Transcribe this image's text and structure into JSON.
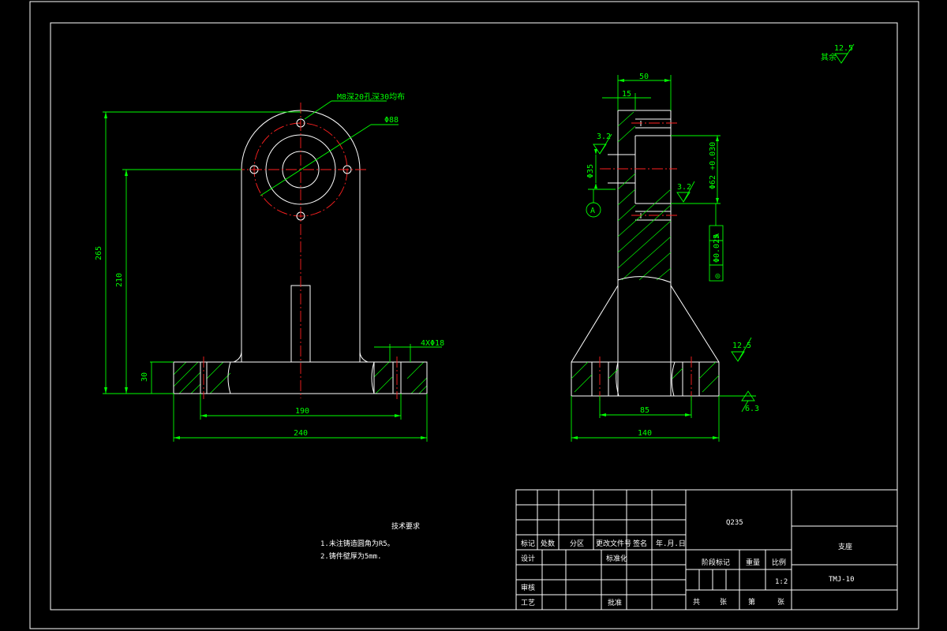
{
  "drawing": {
    "roughness_note": {
      "prefix": "其余",
      "value": "12.5"
    },
    "front_view": {
      "dims": {
        "height_total": "265",
        "height_center": "210",
        "base_thickness": "30",
        "hole_spacing": "190",
        "base_width": "240"
      },
      "thread_note": "M8深20孔深30均布",
      "pcd": "Φ88",
      "holes_note": "4XΦ18"
    },
    "side_view": {
      "dims": {
        "top_width": "50",
        "top_offset": "15",
        "bore": "Φ35",
        "counterbore": "Φ62 +0.030",
        "base_hole_spacing": "85",
        "base_width": "140"
      },
      "roughness": {
        "r1": "3.2",
        "r2": "3.2",
        "r3": "12.5",
        "r4": "6.3"
      },
      "datum": "A",
      "tolerance": {
        "symbol": "◎",
        "value": "Φ0.025",
        "datum": "A"
      }
    },
    "tech_requirements": {
      "title": "技术要求",
      "items": [
        "1.未注铸造圆角为R5。",
        "2.铸件壁厚为5mm."
      ]
    },
    "title_block": {
      "material": "Q235",
      "part_name": "支座",
      "drawing_no": "TMJ-10",
      "scale": "1:2",
      "labels": {
        "biaoji": "标记",
        "chushu": "处数",
        "fenqu": "分区",
        "gengai": "更改文件号",
        "qianming": "签名",
        "nianyueri": "年.月.日",
        "sheji": "设计",
        "biaozhunhua": "标准化",
        "shenhe": "审核",
        "gongyi": "工艺",
        "pizhun": "批准",
        "jieduan": "阶段标记",
        "zhongliang": "重量",
        "bili": "比例",
        "gong": "共",
        "zhang": "张",
        "di": "第",
        "zhang2": "张"
      }
    }
  }
}
